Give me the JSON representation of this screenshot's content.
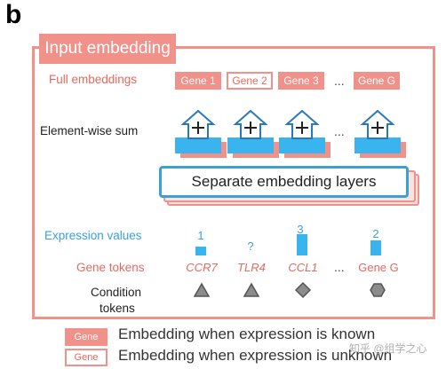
{
  "panel_letter": "b",
  "title": "Input embedding",
  "labels": {
    "full_embeddings": "Full embeddings",
    "element_wise_sum": "Element-wise sum",
    "expression_values": "Expression values",
    "gene_tokens": "Gene tokens",
    "condition_tokens_line1": "Condition",
    "condition_tokens_line2": "tokens"
  },
  "genes": [
    {
      "label": "Gene 1",
      "style": "known"
    },
    {
      "label": "Gene 2",
      "style": "unknown"
    },
    {
      "label": "Gene 3",
      "style": "known"
    },
    {
      "label": "Gene G",
      "style": "known"
    }
  ],
  "ellipsis": "...",
  "separate_layers_label": "Separate embedding layers",
  "expression": [
    {
      "value_label": "1",
      "level": 1
    },
    {
      "value_label": "?",
      "level": 0
    },
    {
      "value_label": "3",
      "level": 3
    },
    {
      "value_label": "2",
      "level": 2
    }
  ],
  "gene_tokens": [
    "CCR7",
    "TLR4",
    "CCL1",
    "Gene G"
  ],
  "condition_shapes": [
    "triangle",
    "triangle",
    "diamond",
    "hexagon"
  ],
  "legend": [
    {
      "box_label": "Gene",
      "text": "Embedding when expression is known",
      "style": "known"
    },
    {
      "box_label": "Gene",
      "text": "Embedding when expression is unknown",
      "style": "unknown"
    }
  ],
  "watermark": "知乎 @组学之心",
  "colors": {
    "salmon": "#f0918a",
    "blue": "#3aa0d8",
    "bar": "#3ab4ee",
    "gray": "#8c8c8c"
  }
}
